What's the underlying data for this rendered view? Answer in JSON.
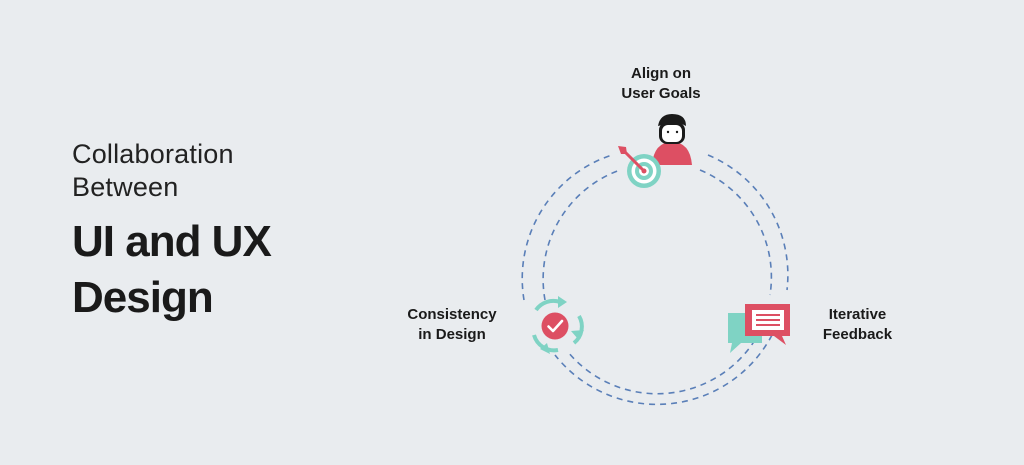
{
  "title": {
    "line1": "Collaboration",
    "line2": "Between",
    "main_line1": "UI and UX",
    "main_line2": "Design"
  },
  "steps": [
    {
      "line1": "Align on",
      "line2": "User Goals",
      "icon": "user-target-icon"
    },
    {
      "line1": "Iterative",
      "line2": "Feedback",
      "icon": "chat-feedback-icon"
    },
    {
      "line1": "Consistency",
      "line2": "in Design",
      "icon": "refresh-check-icon"
    }
  ],
  "colors": {
    "background": "#e9ecef",
    "accent_red": "#dd4f63",
    "accent_teal": "#7fd3c4",
    "dashed_circle": "#5a7fb8",
    "text": "#1a1a1a"
  }
}
